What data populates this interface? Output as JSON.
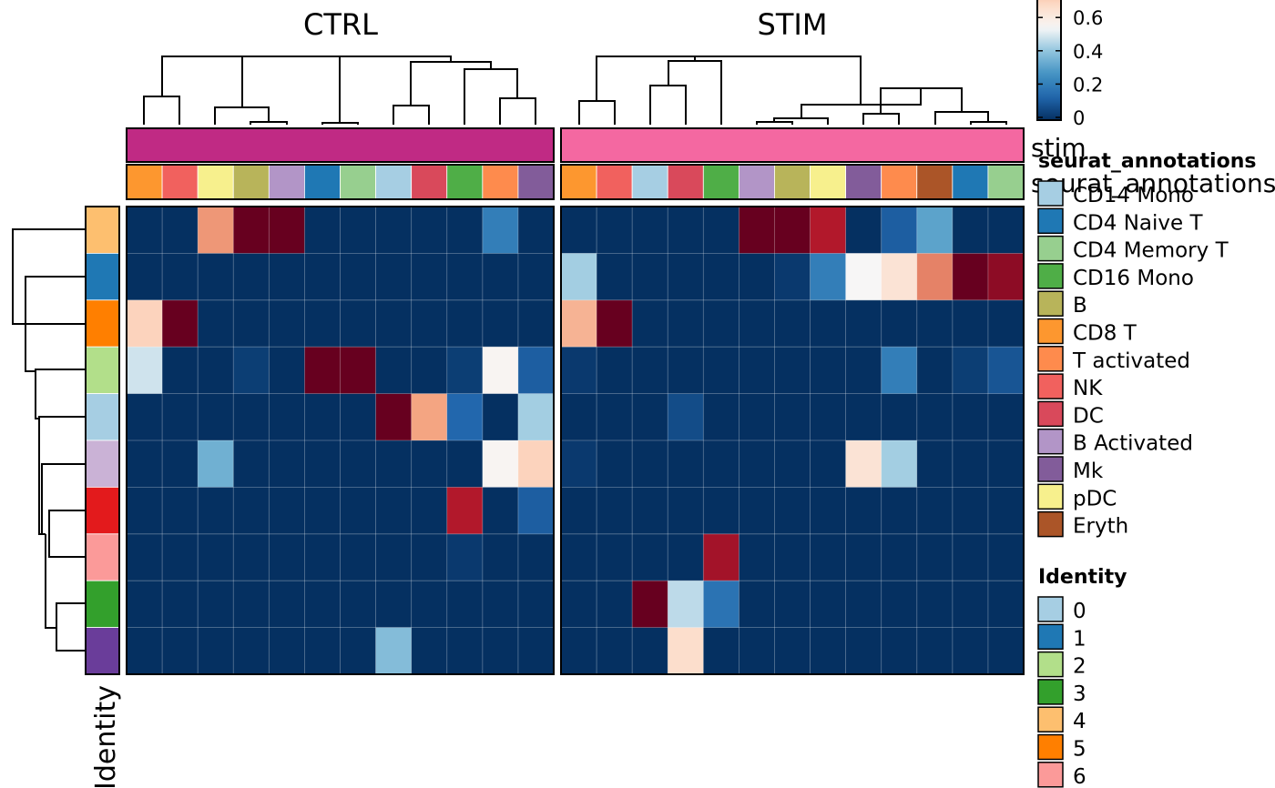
{
  "chart_data": {
    "type": "heatmap",
    "panels": [
      {
        "name": "CTRL",
        "stim_color": "#c02a84",
        "columns": [
          "CD8 T",
          "NK",
          "pDC",
          "B",
          "B Activated",
          "CD4 Naive T",
          "CD4 Memory T",
          "CD14 Mono",
          "DC",
          "CD16 Mono",
          "T activated",
          "Mk"
        ],
        "values": [
          [
            0,
            0,
            0.72,
            1,
            1,
            0,
            0,
            0,
            0,
            0,
            0.18,
            0
          ],
          [
            0,
            0,
            0,
            0,
            0,
            0,
            0,
            0,
            0,
            0,
            0,
            0
          ],
          [
            0.6,
            1,
            0,
            0,
            0,
            0,
            0,
            0,
            0,
            0,
            0,
            0
          ],
          [
            0.42,
            0,
            0,
            0.03,
            0,
            1,
            1,
            0,
            0,
            0.03,
            0.48,
            0.1
          ],
          [
            0,
            0,
            0,
            0,
            0,
            0,
            0,
            1,
            0.7,
            0.12,
            0,
            0.37
          ],
          [
            0,
            0,
            0.3,
            0,
            0,
            0,
            0,
            0,
            0,
            0,
            0.48,
            0.6
          ],
          [
            0,
            0,
            0,
            0,
            0,
            0,
            0,
            0,
            0,
            0.9,
            0,
            0.1
          ],
          [
            0,
            0,
            0,
            0,
            0,
            0,
            0,
            0,
            0,
            0.02,
            0,
            0
          ],
          [
            0,
            0,
            0,
            0,
            0,
            0,
            0,
            0,
            0,
            0,
            0,
            0
          ],
          [
            0,
            0,
            0,
            0,
            0,
            0,
            0,
            0.33,
            0,
            0,
            0,
            0
          ]
        ]
      },
      {
        "name": "STIM",
        "stim_color": "#f468a1",
        "columns": [
          "CD8 T",
          "NK",
          "CD14 Mono",
          "DC",
          "CD16 Mono",
          "B Activated",
          "B",
          "pDC",
          "Mk",
          "T activated",
          "Eryth",
          "CD4 Naive T",
          "CD4 Memory T"
        ],
        "values": [
          [
            0,
            0,
            0,
            0,
            0,
            1,
            1,
            0.9,
            0,
            0.1,
            0.27,
            0,
            0
          ],
          [
            0.37,
            0,
            0,
            0,
            0,
            0,
            0.02,
            0.18,
            0.47,
            0.55,
            0.75,
            1,
            0.95
          ],
          [
            0.67,
            1,
            0,
            0,
            0,
            0,
            0,
            0,
            0,
            0,
            0,
            0,
            0
          ],
          [
            0.02,
            0,
            0,
            0,
            0,
            0,
            0,
            0,
            0,
            0.18,
            0,
            0.03,
            0.08
          ],
          [
            0,
            0,
            0,
            0.06,
            0,
            0,
            0,
            0,
            0,
            0,
            0,
            0,
            0
          ],
          [
            0.02,
            0,
            0,
            0,
            0,
            0,
            0,
            0,
            0.55,
            0.37,
            0,
            0,
            0
          ],
          [
            0,
            0,
            0,
            0,
            0,
            0,
            0,
            0,
            0,
            0,
            0,
            0,
            0
          ],
          [
            0,
            0,
            0,
            0,
            0.92,
            0,
            0,
            0,
            0,
            0,
            0,
            0,
            0
          ],
          [
            0,
            0,
            1,
            0.4,
            0.15,
            0,
            0,
            0,
            0,
            0,
            0,
            0,
            0
          ],
          [
            0,
            0,
            0,
            0.57,
            0,
            0,
            0,
            0,
            0,
            0,
            0,
            0,
            0
          ]
        ]
      }
    ],
    "rows": [
      "4",
      "1",
      "5",
      "2",
      "0",
      "9",
      "7",
      "6",
      "3",
      "8"
    ],
    "row_axis_label": "Identity",
    "track_labels": [
      "stim",
      "seurat_annotations"
    ],
    "color_scale": {
      "min": 0,
      "max": 0.7,
      "ticks": [
        0,
        0.2,
        0.4,
        0.6
      ],
      "tick_labels": [
        "0",
        "0.2",
        "0.4",
        "0.6"
      ],
      "stops": [
        "#053061",
        "#2166ac",
        "#4393c3",
        "#92c5de",
        "#f7f7f7",
        "#fddbc7",
        "#f4a582"
      ],
      "high_color": "#67001f",
      "high_stops": [
        "#f4a582",
        "#d6604d",
        "#b2182b",
        "#67001f"
      ]
    },
    "annotation_colors": {
      "CD14 Mono": "#a6cee3",
      "CD4 Naive T": "#1f78b4",
      "CD4 Memory T": "#97cf8f",
      "CD16 Mono": "#4fae47",
      "B": "#b8b45a",
      "CD8 T": "#fd972f",
      "T activated": "#fe8b4d",
      "NK": "#f1615e",
      "DC": "#d9495b",
      "B Activated": "#b295c7",
      "Mk": "#825c9a",
      "pDC": "#f7f08d",
      "Eryth": "#ab5528"
    },
    "identity_colors": {
      "0": "#a6cee3",
      "1": "#1f78b4",
      "2": "#b2df8a",
      "3": "#33a02c",
      "4": "#fdbf6f",
      "5": "#ff7f00",
      "6": "#fb9a99",
      "7": "#e31a1c",
      "8": "#6a3d9a",
      "9": "#cab2d6"
    },
    "legends": {
      "annotation_title": "seurat_annotations",
      "annotation_items": [
        "CD14 Mono",
        "CD4 Naive T",
        "CD4 Memory T",
        "CD16 Mono",
        "B",
        "CD8 T",
        "T activated",
        "NK",
        "DC",
        "B Activated",
        "Mk",
        "pDC",
        "Eryth"
      ],
      "identity_title": "Identity",
      "identity_items": [
        "0",
        "1",
        "2",
        "3",
        "4",
        "5",
        "6"
      ]
    }
  }
}
